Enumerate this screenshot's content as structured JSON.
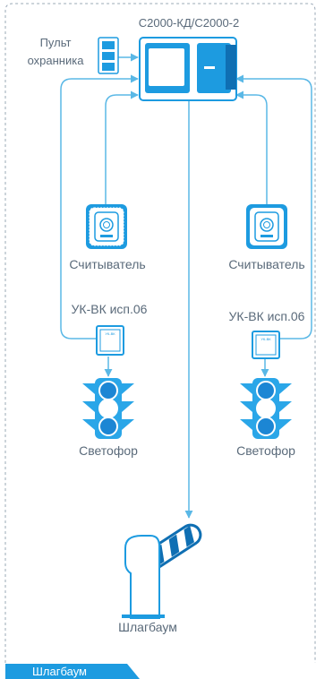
{
  "controller": {
    "label": "С2000-КД/С2000-2"
  },
  "guard_panel": {
    "label_line1": "Пульт",
    "label_line2": "охранника"
  },
  "reader_left": {
    "label": "Считыватель"
  },
  "reader_right": {
    "label": "Считыватель"
  },
  "module_left": {
    "label": "УК-ВК исп.06",
    "tag": "УК-ВК"
  },
  "module_right": {
    "label": "УК-ВК исп.06",
    "tag": "УК-ВК"
  },
  "light_left": {
    "label": "Светофор"
  },
  "light_right": {
    "label": "Светофор"
  },
  "barrier": {
    "label": "Шлагбаум"
  },
  "footer_tab": {
    "label": "Шлагбаум"
  },
  "colors": {
    "accent": "#1d9be0",
    "accent_dark": "#0f6fb3",
    "line": "#5ab8e6",
    "text": "#5a6a7a",
    "border_dashed": "#9aa8b6",
    "light_body": "#2aa6e8",
    "light_lamp_on": "#1c86d4",
    "light_lamp_off": "#ffffff"
  },
  "icons": {
    "reader": "fingerprint-reader-icon",
    "module": "relay-module-icon",
    "traffic_light": "traffic-light-icon",
    "barrier": "boom-barrier-icon",
    "guard_panel": "keypad-icon",
    "controller": "controller-device-icon"
  }
}
